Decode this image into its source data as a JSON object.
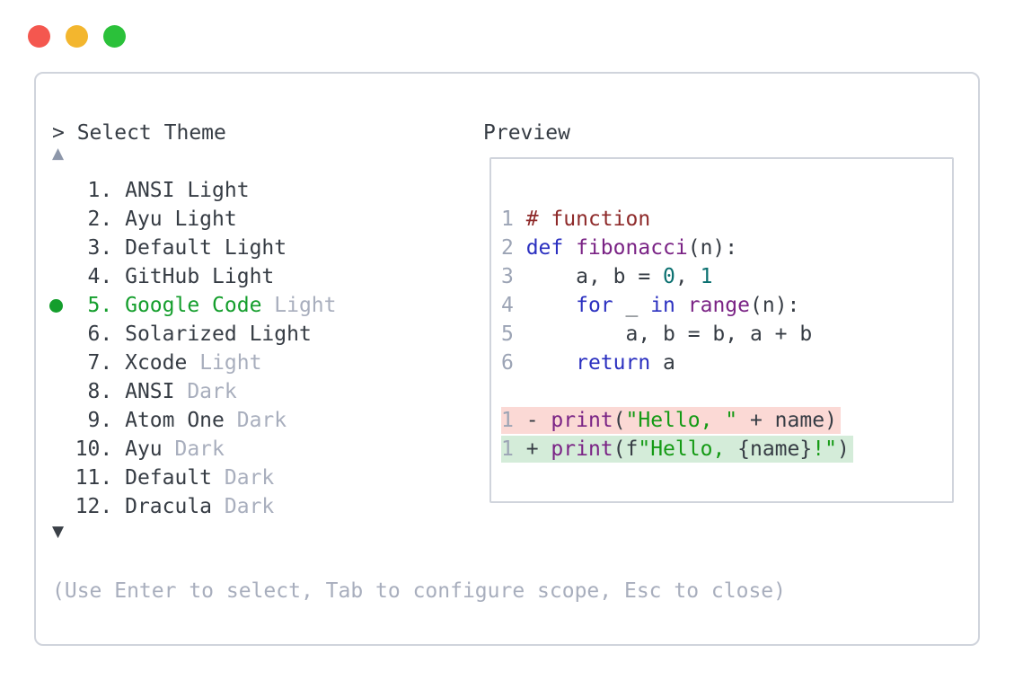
{
  "colors": {
    "traffic_red": "#f4574f",
    "traffic_yellow": "#f3b62e",
    "traffic_green": "#2bc13a",
    "panel_border": "#d0d4dc",
    "text_dark": "#363c44",
    "text_muted": "#a8aebd",
    "accent_green": "#149e2c",
    "scroll_up_arrow": "#8d97aa",
    "scroll_down_arrow": "#3a4047",
    "line_number": "#9ca4b5",
    "token_comment": "#8e2a2a",
    "token_keyword": "#2b30c0",
    "token_function": "#7a2385",
    "token_literal": "#0b7070",
    "token_string": "#149a14",
    "diff_removed_bg": "#fbd9d5",
    "diff_added_bg": "#d4ecd9"
  },
  "selector": {
    "prompt": "> Select Theme",
    "scroll_up_indicator": "▲",
    "scroll_down_indicator": "▼",
    "hint": "(Use Enter to select, Tab to configure scope, Esc to close)",
    "items": [
      {
        "number": "1",
        "name": "ANSI Light",
        "variant": "",
        "selected": false
      },
      {
        "number": "2",
        "name": "Ayu Light",
        "variant": "",
        "selected": false
      },
      {
        "number": "3",
        "name": "Default Light",
        "variant": "",
        "selected": false
      },
      {
        "number": "4",
        "name": "GitHub Light",
        "variant": "",
        "selected": false
      },
      {
        "number": "5",
        "name": "Google Code",
        "variant": "Light",
        "selected": true
      },
      {
        "number": "6",
        "name": "Solarized Light",
        "variant": "",
        "selected": false
      },
      {
        "number": "7",
        "name": "Xcode",
        "variant": "Light",
        "selected": false
      },
      {
        "number": "8",
        "name": "ANSI",
        "variant": "Dark",
        "selected": false
      },
      {
        "number": "9",
        "name": "Atom One",
        "variant": "Dark",
        "selected": false
      },
      {
        "number": "10",
        "name": "Ayu",
        "variant": "Dark",
        "selected": false
      },
      {
        "number": "11",
        "name": "Default",
        "variant": "Dark",
        "selected": false
      },
      {
        "number": "12",
        "name": "Dracula",
        "variant": "Dark",
        "selected": false
      }
    ]
  },
  "preview": {
    "title": "Preview",
    "lines": [
      {
        "bg": "",
        "tokens": [
          {
            "t": "ln",
            "x": "1 "
          },
          {
            "t": "com",
            "x": "# function"
          }
        ]
      },
      {
        "bg": "",
        "tokens": [
          {
            "t": "ln",
            "x": "2 "
          },
          {
            "t": "kw",
            "x": "def"
          },
          {
            "t": "pl",
            "x": " "
          },
          {
            "t": "fn",
            "x": "fibonacci"
          },
          {
            "t": "pl",
            "x": "(n):"
          }
        ]
      },
      {
        "bg": "",
        "tokens": [
          {
            "t": "ln",
            "x": "3 "
          },
          {
            "t": "pl",
            "x": "    a, b = "
          },
          {
            "t": "lit",
            "x": "0"
          },
          {
            "t": "pl",
            "x": ", "
          },
          {
            "t": "lit",
            "x": "1"
          }
        ]
      },
      {
        "bg": "",
        "tokens": [
          {
            "t": "ln",
            "x": "4 "
          },
          {
            "t": "pl",
            "x": "    "
          },
          {
            "t": "kw",
            "x": "for"
          },
          {
            "t": "pl",
            "x": " _ "
          },
          {
            "t": "kw",
            "x": "in"
          },
          {
            "t": "pl",
            "x": " "
          },
          {
            "t": "fn",
            "x": "range"
          },
          {
            "t": "pl",
            "x": "(n):"
          }
        ]
      },
      {
        "bg": "",
        "tokens": [
          {
            "t": "ln",
            "x": "5 "
          },
          {
            "t": "pl",
            "x": "        a, b = b, a + b"
          }
        ]
      },
      {
        "bg": "",
        "tokens": [
          {
            "t": "ln",
            "x": "6 "
          },
          {
            "t": "pl",
            "x": "    "
          },
          {
            "t": "kw",
            "x": "return"
          },
          {
            "t": "pl",
            "x": " a"
          }
        ]
      },
      {
        "bg": "",
        "tokens": []
      },
      {
        "bg": "removed",
        "tokens": [
          {
            "t": "ln",
            "x": "1 "
          },
          {
            "t": "pl",
            "x": "- "
          },
          {
            "t": "fn",
            "x": "print"
          },
          {
            "t": "pl",
            "x": "("
          },
          {
            "t": "str",
            "x": "\"Hello, \""
          },
          {
            "t": "pl",
            "x": " + name)"
          }
        ]
      },
      {
        "bg": "added",
        "tokens": [
          {
            "t": "ln",
            "x": "1 "
          },
          {
            "t": "pl",
            "x": "+ "
          },
          {
            "t": "fn",
            "x": "print"
          },
          {
            "t": "pl",
            "x": "(f"
          },
          {
            "t": "str",
            "x": "\"Hello, "
          },
          {
            "t": "pl",
            "x": "{name}"
          },
          {
            "t": "str",
            "x": "!\""
          },
          {
            "t": "pl",
            "x": ")"
          }
        ]
      }
    ]
  }
}
